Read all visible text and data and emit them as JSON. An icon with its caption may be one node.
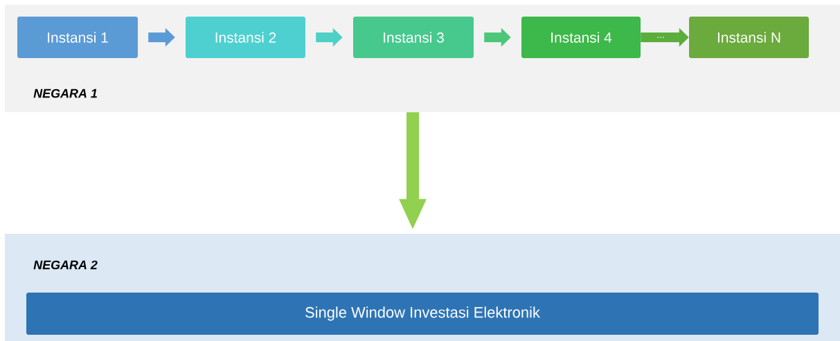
{
  "diagram": {
    "nodes": [
      {
        "text": [
          "NEGARA 1"
        ]
      },
      {
        "text": [
          "Instansi 1"
        ],
        "in": 0
      },
      {
        "text": [
          "Instansi 2"
        ],
        "in": 0
      },
      {
        "text": [
          "Instansi 3"
        ],
        "in": 0
      },
      {
        "text": [
          "Instansi 4"
        ],
        "in": 0
      },
      {
        "text": [
          "Instansi N"
        ],
        "in": 0
      },
      {
        "text": [
          "NEGARA 2"
        ]
      },
      {
        "text": [
          "Single Window Investasi Elektronik"
        ],
        "in": 6
      }
    ],
    "edges": [
      {
        "from": 1,
        "to": 2,
        "arrow": "to",
        "color": "#5b9bd5"
      },
      {
        "from": 2,
        "to": 3,
        "arrow": "to",
        "color": "#4fd0c4"
      },
      {
        "from": 3,
        "to": 4,
        "arrow": "to",
        "color": "#4cc77a"
      },
      {
        "from": 4,
        "to": 5,
        "arrow": "to",
        "label": "...",
        "color": "#5aae3c"
      },
      {
        "from": 0,
        "to": 6,
        "arrow": "to",
        "color": "#92d050"
      }
    ]
  }
}
